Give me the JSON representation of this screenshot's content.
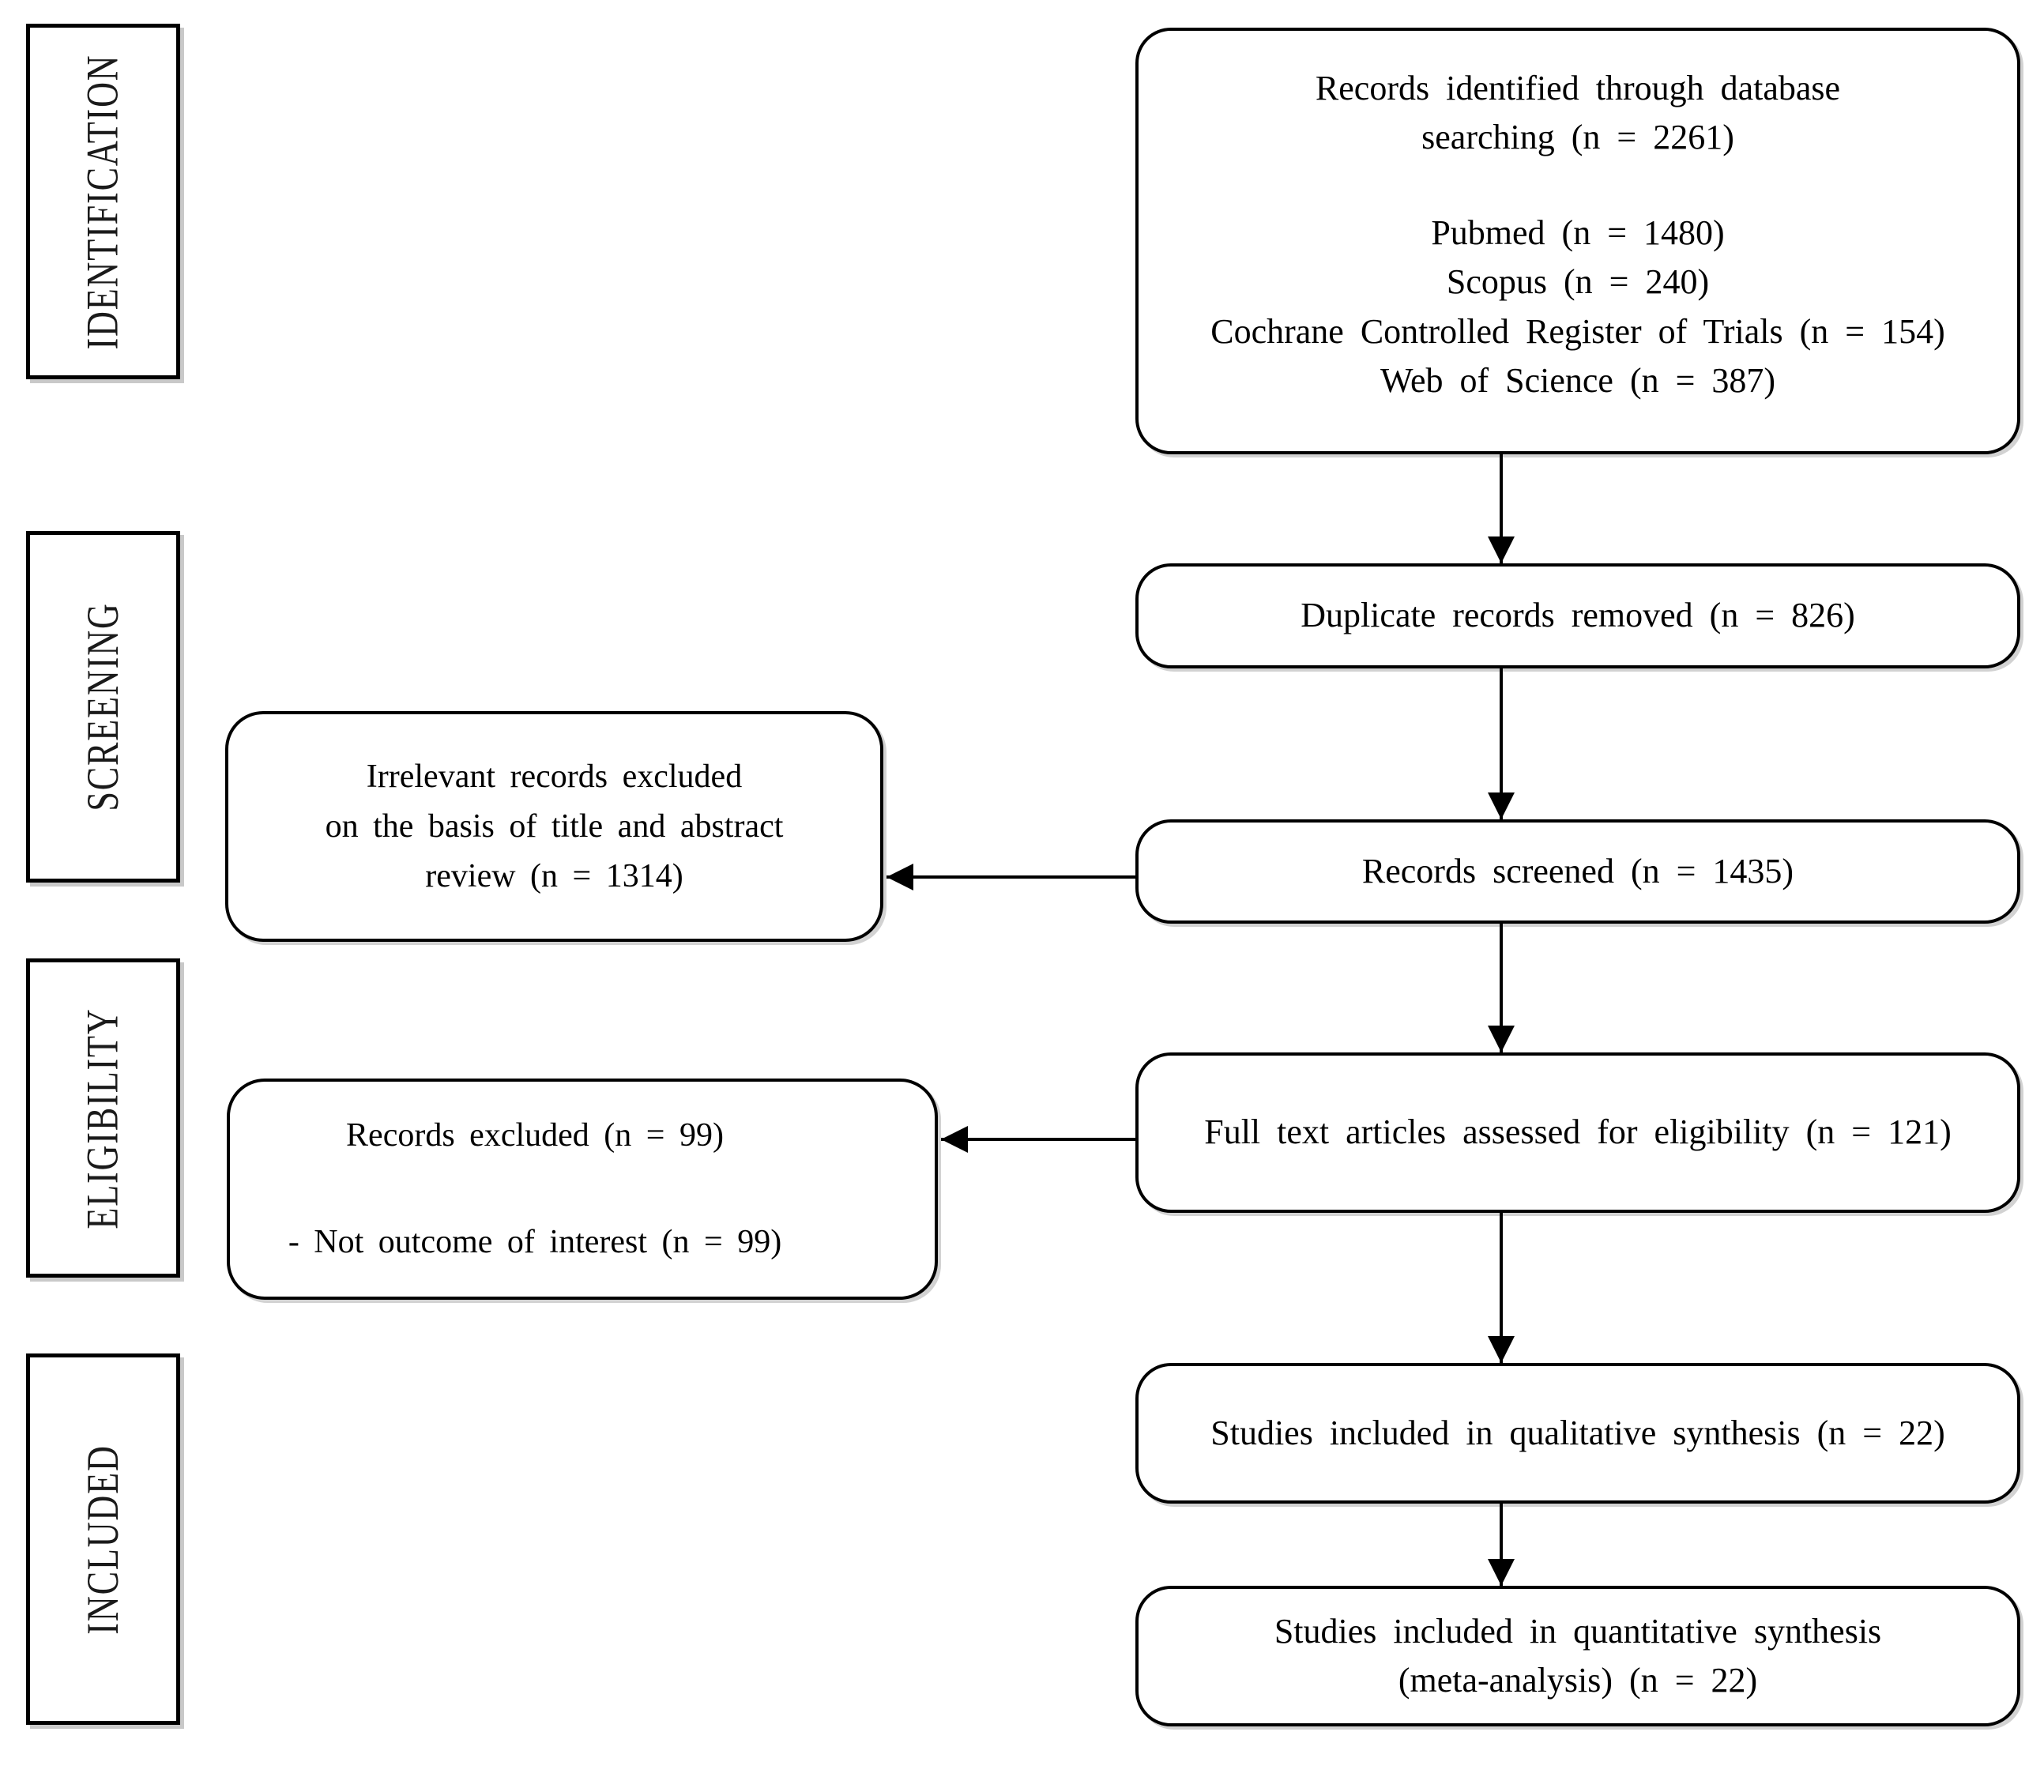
{
  "page": {
    "background_color": "#ffffff",
    "ink_color": "#000000"
  },
  "phase_labels": [
    {
      "id": "identification",
      "label": "IDENTIFICATION"
    },
    {
      "id": "screening",
      "label": "SCREENING"
    },
    {
      "id": "eligibility",
      "label": "ELIGIBILITY"
    },
    {
      "id": "included",
      "label": "INCLUDED"
    }
  ],
  "flow_boxes": {
    "records_identified": {
      "title_line1": "Records identified through database",
      "title_line2": "searching (n = 2261)",
      "sources": [
        "Pubmed (n = 1480)",
        "Scopus (n = 240)",
        "Cochrane Controlled Register of Trials (n = 154)",
        "Web of Science (n = 387)"
      ]
    },
    "duplicates_removed": {
      "text": "Duplicate records removed (n = 826)"
    },
    "records_screened": {
      "text": "Records screened (n = 1435)"
    },
    "full_text_assessed": {
      "text": "Full text articles assessed for eligibility (n = 121)"
    },
    "qualitative_synthesis": {
      "text": "Studies included in qualitative synthesis (n = 22)"
    },
    "quantitative_synthesis": {
      "line1": "Studies included in quantitative synthesis",
      "line2": "(meta-analysis) (n = 22)"
    }
  },
  "exclusion_boxes": {
    "irrelevant_records": {
      "line1": "Irrelevant records excluded",
      "line2": "on the basis of title and abstract",
      "line3": "review (n = 1314)"
    },
    "records_excluded": {
      "line1": "Records excluded (n = 99)",
      "line2": "- Not outcome of interest (n = 99)"
    }
  }
}
